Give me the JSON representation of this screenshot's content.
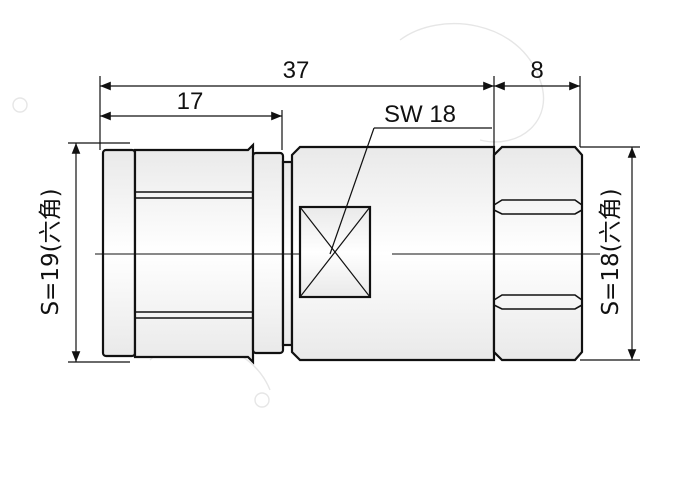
{
  "dimensions": {
    "overall_length": "37",
    "nut_length": "17",
    "rear_length": "8",
    "wrench_size": "SW 18",
    "front_hex": "S=19(六角)",
    "rear_hex": "S=18(六角)"
  }
}
